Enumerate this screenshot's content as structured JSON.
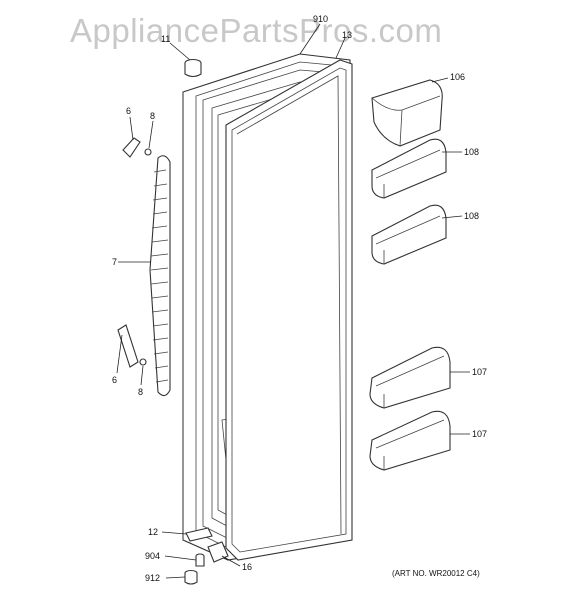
{
  "watermark": "AppliancePartsPros.com",
  "art_number": "(ART NO. WR20012 C4)",
  "callouts": {
    "c910": "910",
    "c11": "11",
    "c13": "13",
    "c106": "106",
    "c108a": "108",
    "c108b": "108",
    "c6a": "6",
    "c8a": "8",
    "c7": "7",
    "c6b": "6",
    "c8b": "8",
    "c107a": "107",
    "c107b": "107",
    "c12": "12",
    "c904": "904",
    "c16": "16",
    "c912": "912"
  }
}
